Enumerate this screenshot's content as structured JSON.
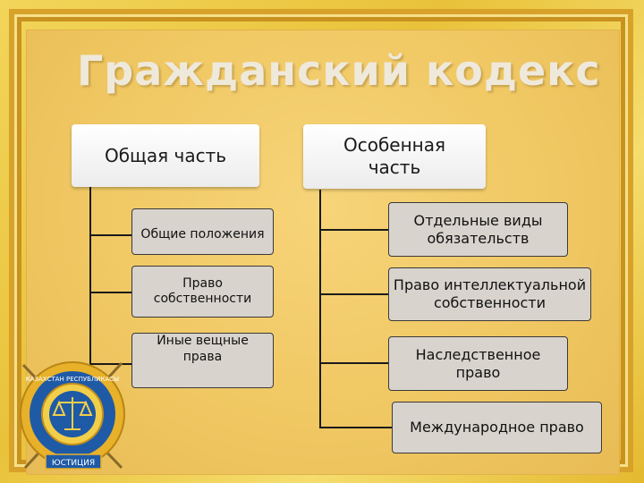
{
  "title": "Гражданский кодекс",
  "left_branch": {
    "header": "Общая часть",
    "items": [
      "Общие положения",
      "Право собственности",
      "Иные вещные права"
    ]
  },
  "right_branch": {
    "header": "Особенная часть",
    "items": [
      "Отдельные виды обязательств",
      "Право интеллектуальной собственности",
      "Наследственное право",
      "Международное право"
    ]
  },
  "emblem": {
    "banner_text": "ЮСТИЦИЯ",
    "ring_text": "КАЗАХСТАН РЕСПУБЛИКАСЫ"
  },
  "colors": {
    "title": "#efe9dc",
    "box_fill": "#d8d3cc",
    "connector": "#1a1a1a",
    "emblem_blue": "#1f5aa6",
    "emblem_gold": "#e8b12a"
  }
}
